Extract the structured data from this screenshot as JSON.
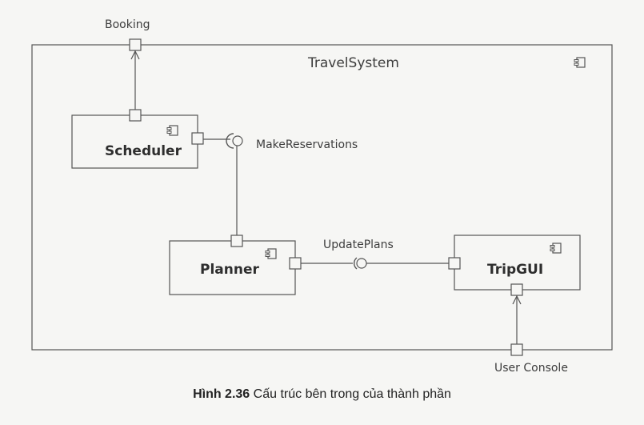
{
  "diagram": {
    "system_label": "TravelSystem",
    "components": {
      "scheduler": "Scheduler",
      "planner": "Planner",
      "tripgui": "TripGUI"
    },
    "ports": {
      "booking": "Booking",
      "user_console": "User Console"
    },
    "interfaces": {
      "make_reservations": "MakeReservations",
      "update_plans": "UpdatePlans"
    },
    "colors": {
      "line": "#555555",
      "background": "#f6f6f4"
    },
    "icon": "component-icon"
  },
  "caption": {
    "number": "Hình 2.36",
    "text": " Cấu trúc bên trong của thành phần"
  }
}
